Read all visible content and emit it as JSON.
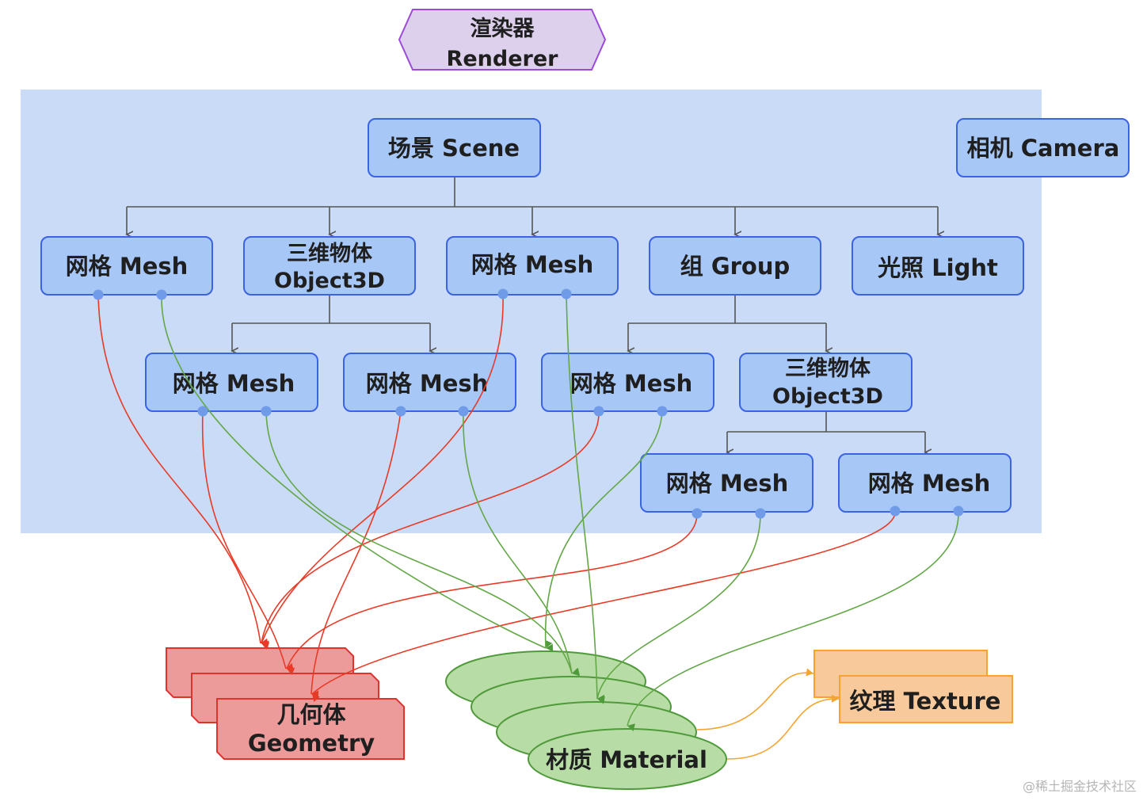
{
  "renderer": {
    "line1": "渲染器",
    "line2": "Renderer"
  },
  "scene": "场景 Scene",
  "camera": "相机 Camera",
  "level1": {
    "mesh_a": "网格 Mesh",
    "object3d": {
      "line1": "三维物体",
      "line2": "Object3D"
    },
    "mesh_b": "网格 Mesh",
    "group": "组 Group",
    "light": "光照 Light"
  },
  "level2": {
    "mesh_c": "网格 Mesh",
    "mesh_d": "网格 Mesh",
    "mesh_e": "网格 Mesh",
    "object3d": {
      "line1": "三维物体",
      "line2": "Object3D"
    }
  },
  "level3": {
    "mesh_f": "网格 Mesh",
    "mesh_g": "网格 Mesh"
  },
  "geometry": {
    "line1": "几何体",
    "line2": "Geometry"
  },
  "material": "材质 Material",
  "texture": "纹理 Texture",
  "watermark": "@稀土掘金技术社区",
  "colors": {
    "scene_bg": "#c9dbf6",
    "node_fill": "#a7c7f7",
    "node_stroke": "#3a63e6",
    "renderer_fill": "#ddd0ec",
    "renderer_stroke": "#9b4bd8",
    "geometry_fill": "#ec9a9a",
    "geometry_stroke": "#e0332e",
    "material_fill": "#b7dca6",
    "material_stroke": "#4f9a3a",
    "texture_fill": "#f8c99b",
    "texture_stroke": "#f5a431",
    "red_link": "#e93a27",
    "green_link": "#63a747",
    "orange_link": "#f5a431",
    "tree_link": "#555555",
    "port": "#6f9be8"
  }
}
